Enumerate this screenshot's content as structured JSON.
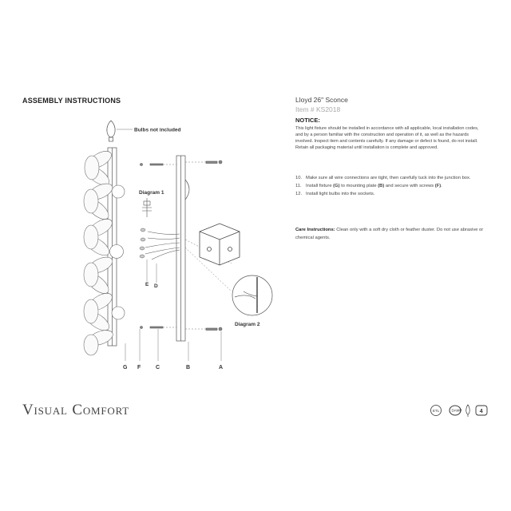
{
  "assembly": {
    "title": "ASSEMBLY INSTRUCTIONS"
  },
  "product": {
    "title": "Lloyd 26\" Sconce",
    "item_number": "Item # KS2018"
  },
  "notice": {
    "heading": "NOTICE:",
    "text": "This light fixture should be installed in accordance with all applicable, local installation codes, and by a person familiar with the construction and operation of it, as well as the hazards involved. Inspect item and contents carefully. If any damage or defect is found, do not install. Retain all packaging material until installation is complete and approved."
  },
  "steps": [
    {
      "num": "10.",
      "text": "Make sure all wire connections are tight, then carefully tuck into the junction box."
    },
    {
      "num": "11.",
      "pre": "Install fixture ",
      "b1": "(G)",
      "mid": " to mounting plate ",
      "b2": "(B)",
      "mid2": " and secure with screws ",
      "b3": "(F)",
      "post": "."
    },
    {
      "num": "12.",
      "text": "Install light bulbs into the sockets."
    }
  ],
  "care": {
    "label": "Care Instructions:",
    "text": " Clean only with a soft dry cloth or feather duster. Do not use abrasive or chemical agents."
  },
  "diagram": {
    "bulbs_note": "Bulbs not included",
    "diagram1": "Diagram 1",
    "diagram2": "Diagram 2",
    "part_labels": {
      "g": "G",
      "f": "F",
      "c": "C",
      "b": "B",
      "a": "A",
      "e": "E",
      "d": "D"
    }
  },
  "brand": {
    "name": "Visual Comfort"
  },
  "certifications": {
    "bulb_count": "4",
    "lamp_icon": "bulb-icon",
    "damp_label": "DAMP"
  }
}
